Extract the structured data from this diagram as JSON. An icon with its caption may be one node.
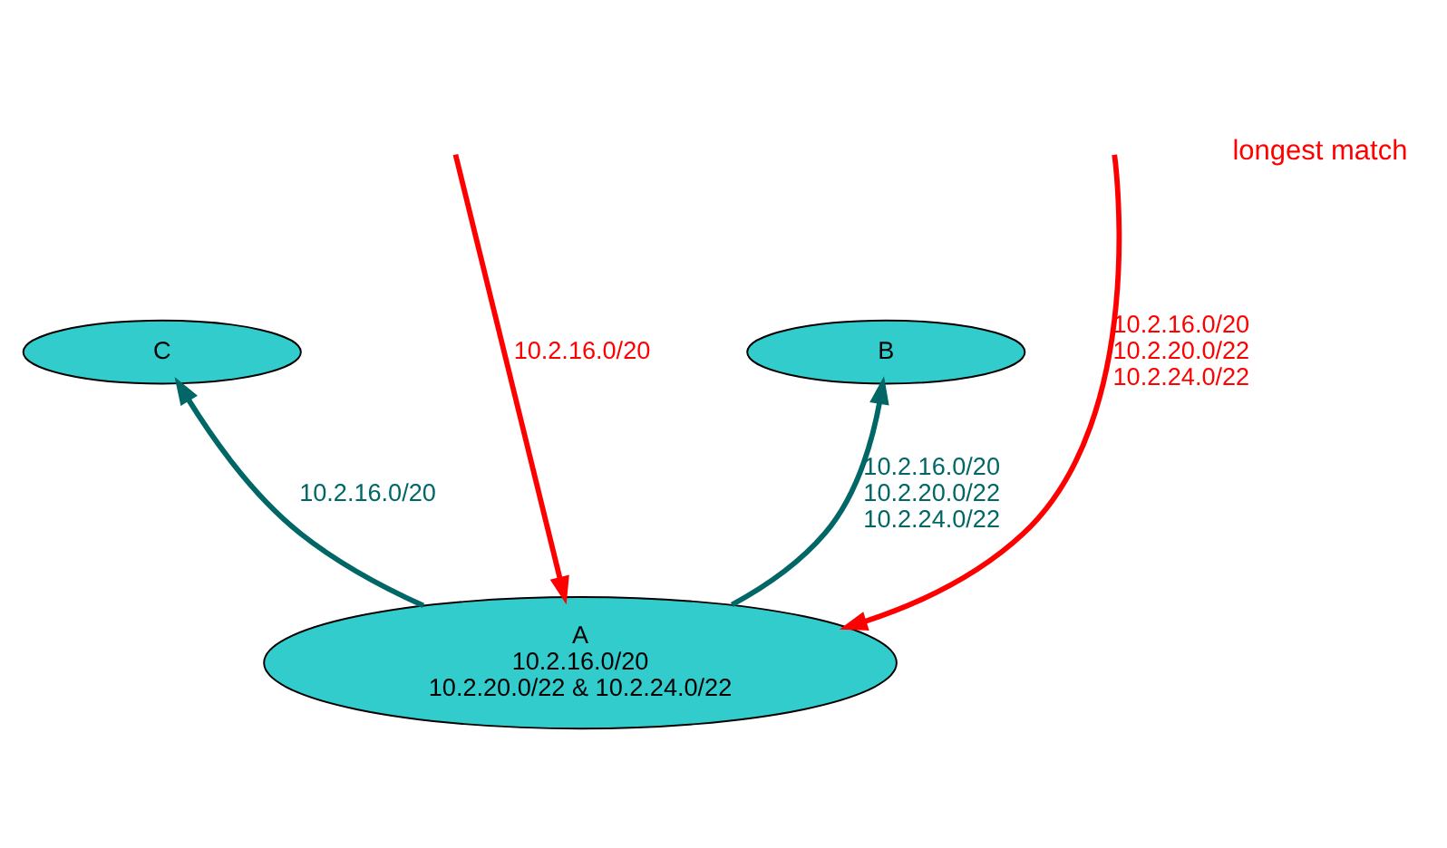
{
  "diagram": {
    "nodes": [
      {
        "text": [
          "B"
        ]
      },
      {
        "text": [
          "C"
        ]
      },
      {
        "text": [
          "A",
          "10.2.16.0/20",
          "10.2.20.0/22 & 10.2.24.0/22"
        ]
      }
    ],
    "edges": [
      {
        "from": null,
        "to": 2,
        "arrow": "to",
        "label": "10.2.16.0/20 10.2.20.0/22 10.2.24.0/22",
        "color": "#ff0000"
      },
      {
        "from": null,
        "to": 2,
        "arrow": "to",
        "label": "10.2.16.0/20",
        "color": "#ff0000"
      },
      {
        "from": 2,
        "to": 0,
        "arrow": "to",
        "label": "10.2.16.0/20 10.2.20.0/22 10.2.24.0/22",
        "color": "#006666"
      },
      {
        "from": 2,
        "to": 1,
        "arrow": "to",
        "label": "10.2.16.0/20",
        "color": "#006666"
      }
    ],
    "labels": [
      "longest match"
    ]
  }
}
